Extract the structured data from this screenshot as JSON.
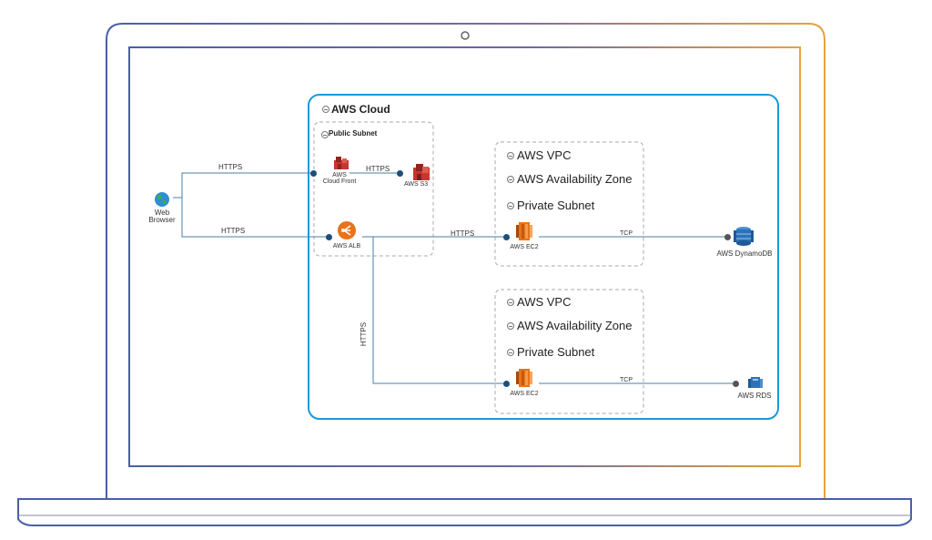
{
  "diagram": {
    "cloud": {
      "title": "AWS Cloud"
    },
    "public_subnet": {
      "title": "Public Subnet"
    },
    "vpc_top": {
      "vpc": "AWS VPC",
      "zone": "AWS Availability Zone",
      "subnet": "Private Subnet"
    },
    "vpc_bottom": {
      "vpc": "AWS VPC",
      "zone": "AWS Availability Zone",
      "subnet": "Private Subnet"
    },
    "nodes": {
      "browser": {
        "line1": "Web",
        "line2": "Browser",
        "icon": "globe-icon"
      },
      "cloudfront": {
        "line1": "AWS",
        "line2": "Cloud Front",
        "icon": "cloudfront-icon"
      },
      "s3": {
        "label": "AWS S3",
        "icon": "s3-bucket-icon"
      },
      "alb": {
        "label": "AWS ALB",
        "icon": "load-balancer-icon"
      },
      "ec2_top": {
        "label": "AWS EC2",
        "icon": "ec2-instance-icon"
      },
      "ec2_bottom": {
        "label": "AWS EC2",
        "icon": "ec2-instance-icon"
      },
      "dynamodb": {
        "label": "AWS DynamoDB",
        "icon": "dynamodb-icon"
      },
      "rds": {
        "label": "AWS RDS",
        "icon": "rds-icon"
      }
    },
    "edges": {
      "browser_cloudfront": "HTTPS",
      "cloudfront_s3": "HTTPS",
      "browser_alb": "HTTPS",
      "alb_ec2_top": "HTTPS",
      "alb_ec2_bottom": "HTTPS",
      "ec2_dynamodb": "TCP",
      "ec2_rds": "TCP"
    },
    "colors": {
      "cloud_border": "#1a9ad6",
      "connector": "#4a7fa8",
      "aws_orange": "#e8731a",
      "aws_red": "#c7362f",
      "aws_blue": "#2d72b8"
    }
  }
}
